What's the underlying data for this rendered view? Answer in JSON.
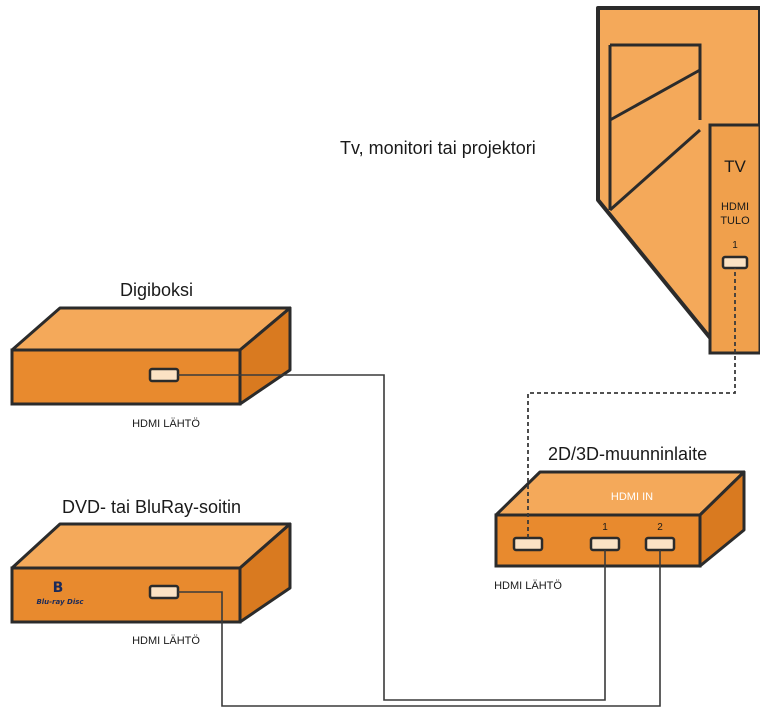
{
  "labels": {
    "tv_title": "Tv, monitori tai projektori",
    "tv_badge": "TV",
    "tv_hdmi_line1": "HDMI",
    "tv_hdmi_line2": "TULO",
    "tv_port_number": "1",
    "digiboksi_title": "Digiboksi",
    "digiboksi_port": "HDMI LÄHTÖ",
    "dvd_title": "DVD- tai BluRay-soitin",
    "dvd_port": "HDMI LÄHTÖ",
    "bluray_logo": "Blu-ray Disc",
    "converter_title": "2D/3D-muunninlaite",
    "converter_hdmi_in": "HDMI IN",
    "converter_port1": "1",
    "converter_port2": "2",
    "converter_out": "HDMI LÄHTÖ"
  },
  "colors": {
    "device_top": "#f4a95a",
    "device_front": "#e88a2e",
    "device_side": "#d97a20",
    "outline": "#2b2b2b",
    "cable": "#3a3a3a",
    "port_fill": "#fbe2c4"
  }
}
